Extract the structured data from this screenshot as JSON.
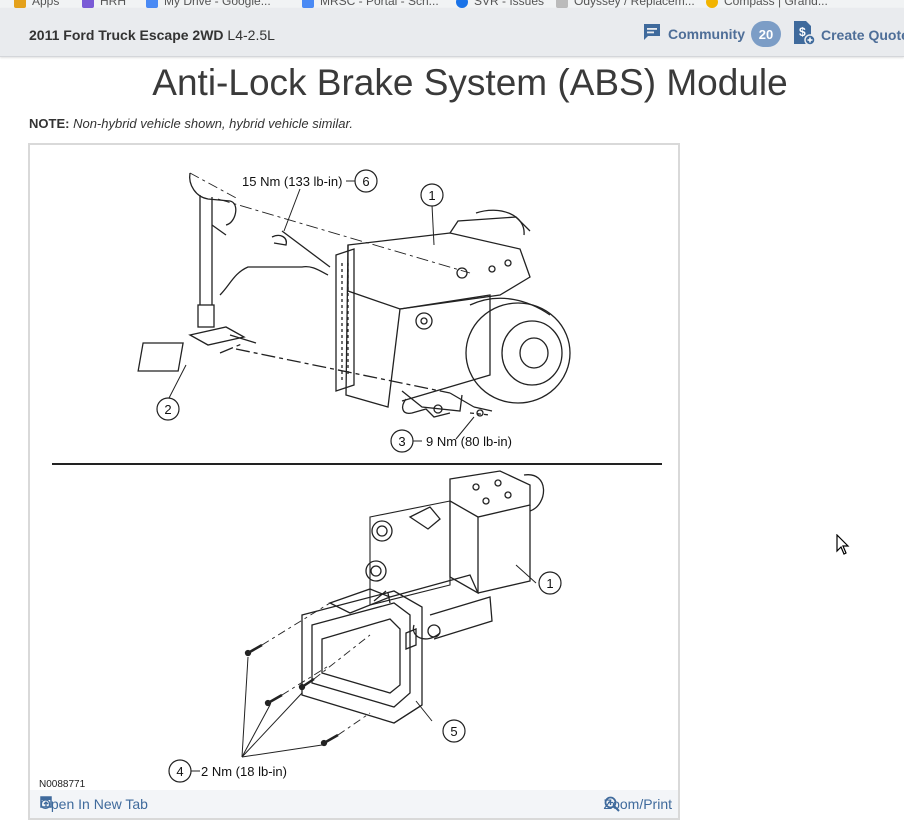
{
  "browser_bookmarks": [
    "Apps",
    "HRH",
    "My Drive - Google...",
    "MRSC - Portal - Sch...",
    "SVR - Issues",
    "Odyssey / Replacem...",
    "Compass | Grand..."
  ],
  "header": {
    "vehicle_bold": "2011 Ford Truck Escape 2WD",
    "vehicle_engine": "L4-2.5L",
    "community_label": "Community",
    "community_count": "20",
    "create_quote_label": "Create Quote"
  },
  "page": {
    "title": "Anti-Lock Brake System (ABS) Module",
    "note_label": "NOTE:",
    "note_text": "Non-hybrid vehicle shown, hybrid vehicle similar."
  },
  "figure": {
    "figure_id": "N0088771",
    "callouts": {
      "c1_top": "1",
      "c2": "2",
      "c3": "3",
      "c6": "6",
      "c1_bottom": "1",
      "c5": "5",
      "c4": "4"
    },
    "torque": {
      "t6": "15 Nm (133 lb-in)",
      "t3": "9 Nm (80 lb-in)",
      "t4": "2 Nm (18 lb-in)"
    },
    "open_tab_label": "Open In New Tab",
    "zoom_label": "Zoom/Print"
  },
  "colors": {
    "link": "#3f6a9c",
    "header_bg": "#e9ebee",
    "badge": "#7c9dc6"
  }
}
